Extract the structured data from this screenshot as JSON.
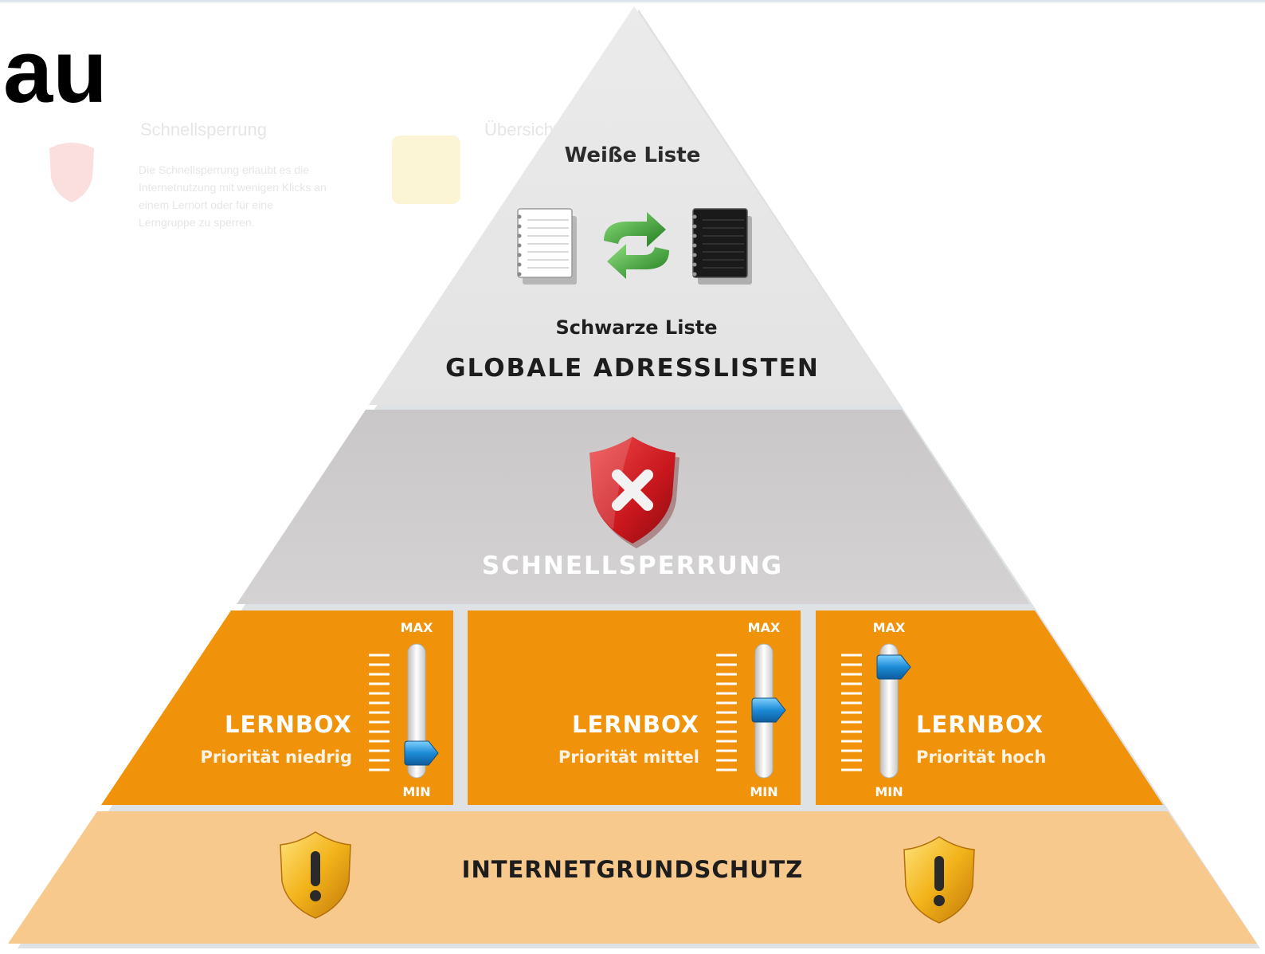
{
  "heading": "au",
  "ghost_background": [
    {
      "title": "Schnellsperrung",
      "body": "Die Schnellsperrung erlaubt es die Internetnutzung mit wenigen Klicks an einem Lernort oder für eine Lerngruppe zu sperren."
    },
    {
      "title": "Übersicht",
      "body": ""
    }
  ],
  "tiers": {
    "top": {
      "white_list": "Weiße Liste",
      "black_list": "Schwarze Liste",
      "title": "GLOBALE ADRESSLISTEN"
    },
    "middle": {
      "title": "SCHNELLSPERRUNG"
    },
    "lernbox": [
      {
        "title": "LERNBOX",
        "subtitle": "Priorität niedrig",
        "max": "MAX",
        "min": "MIN",
        "level": 0.12
      },
      {
        "title": "LERNBOX",
        "subtitle": "Priorität mittel",
        "max": "MAX",
        "min": "MIN",
        "level": 0.5
      },
      {
        "title": "LERNBOX",
        "subtitle": "Priorität hoch",
        "max": "MAX",
        "min": "MIN",
        "level": 0.88
      }
    ],
    "base": {
      "title": "INTERNETGRUNDSCHUTZ"
    }
  },
  "colors": {
    "top_tier": "#e8e8e8",
    "middle_tier": "#cfcdcd",
    "lernbox_tier": "#f0920a",
    "base_tier": "#f7c98c",
    "shield_red": "#c8161d",
    "shield_gold": "#e8a40d",
    "slider_knob": "#1d8bd6",
    "arrows_green": "#2e9a2a"
  }
}
